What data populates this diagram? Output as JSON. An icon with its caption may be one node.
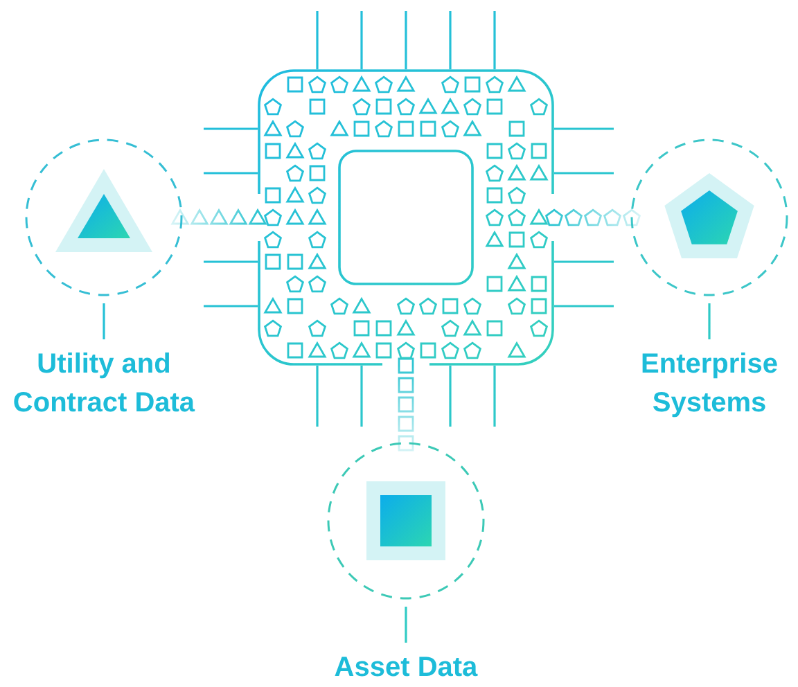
{
  "diagram": {
    "nodes": [
      {
        "text": [],
        "shape": "picture"
      },
      {
        "text": [],
        "shape": "circle"
      },
      {
        "text": [],
        "shape": "circle"
      },
      {
        "text": [
          "Utility and Contract Data"
        ]
      },
      {
        "text": [
          "Enterprise Systems"
        ]
      },
      {
        "text": [],
        "shape": "circle"
      },
      {
        "text": [
          "Asset Data"
        ]
      }
    ],
    "edges": [
      {
        "from": 1,
        "to": 0,
        "arrow": "none",
        "style": "dashed"
      },
      {
        "from": 2,
        "to": 0,
        "arrow": "none",
        "style": "dashed"
      },
      {
        "from": 5,
        "to": 0,
        "arrow": "none",
        "style": "dashed"
      },
      {
        "from": 1,
        "to": 3,
        "arrow": "none"
      },
      {
        "from": 2,
        "to": 4,
        "arrow": "none"
      },
      {
        "from": 5,
        "to": 6,
        "arrow": "none"
      }
    ]
  }
}
